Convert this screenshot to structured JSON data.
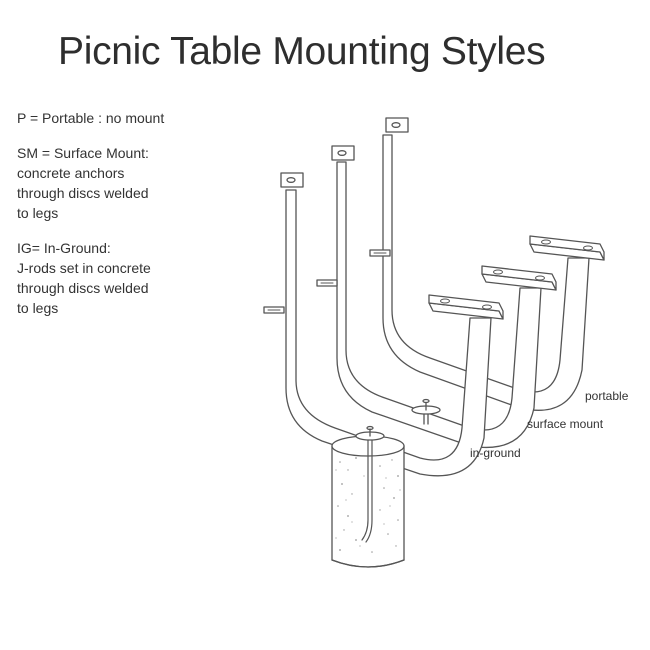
{
  "title": "Picnic Table Mounting Styles",
  "legend": [
    {
      "lines": [
        "P = Portable : no mount"
      ]
    },
    {
      "lines": [
        "SM = Surface Mount:",
        "concrete anchors",
        "through discs welded",
        "to legs"
      ]
    },
    {
      "lines": [
        "IG= In-Ground:",
        "J-rods set in concrete",
        "through discs welded",
        "to legs"
      ]
    }
  ],
  "labels": {
    "portable": "portable",
    "surface_mount": "surface mount",
    "in_ground": "in-ground"
  },
  "colors": {
    "stroke": "#555555",
    "fill": "#ffffff",
    "concrete_speckle": "#9a9a9a"
  }
}
